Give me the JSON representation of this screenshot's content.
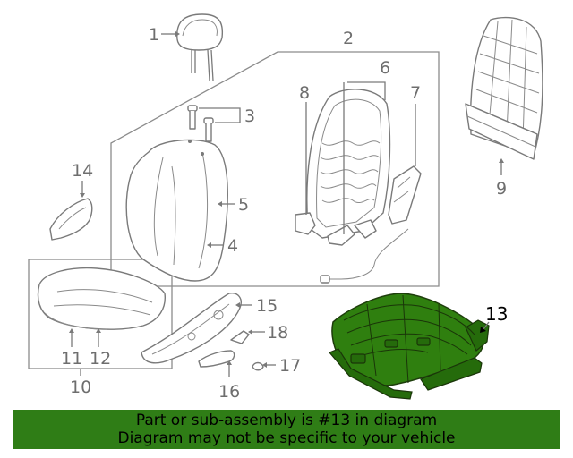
{
  "diagram": {
    "labels": {
      "p1": "1",
      "p2": "2",
      "p3": "3",
      "p4": "4",
      "p5": "5",
      "p6": "6",
      "p7": "7",
      "p8": "8",
      "p9": "9",
      "p10": "10",
      "p11": "11",
      "p12": "12",
      "p13": "13",
      "p14": "14",
      "p15": "15",
      "p16": "16",
      "p17": "17",
      "p18": "18"
    },
    "highlight_part": "13",
    "highlight_color": "#2f7f0f"
  },
  "banner": {
    "line1": "Part or sub-assembly is #13 in diagram",
    "line2": "Diagram may not be specific to your vehicle",
    "background": "#2f7d16"
  }
}
